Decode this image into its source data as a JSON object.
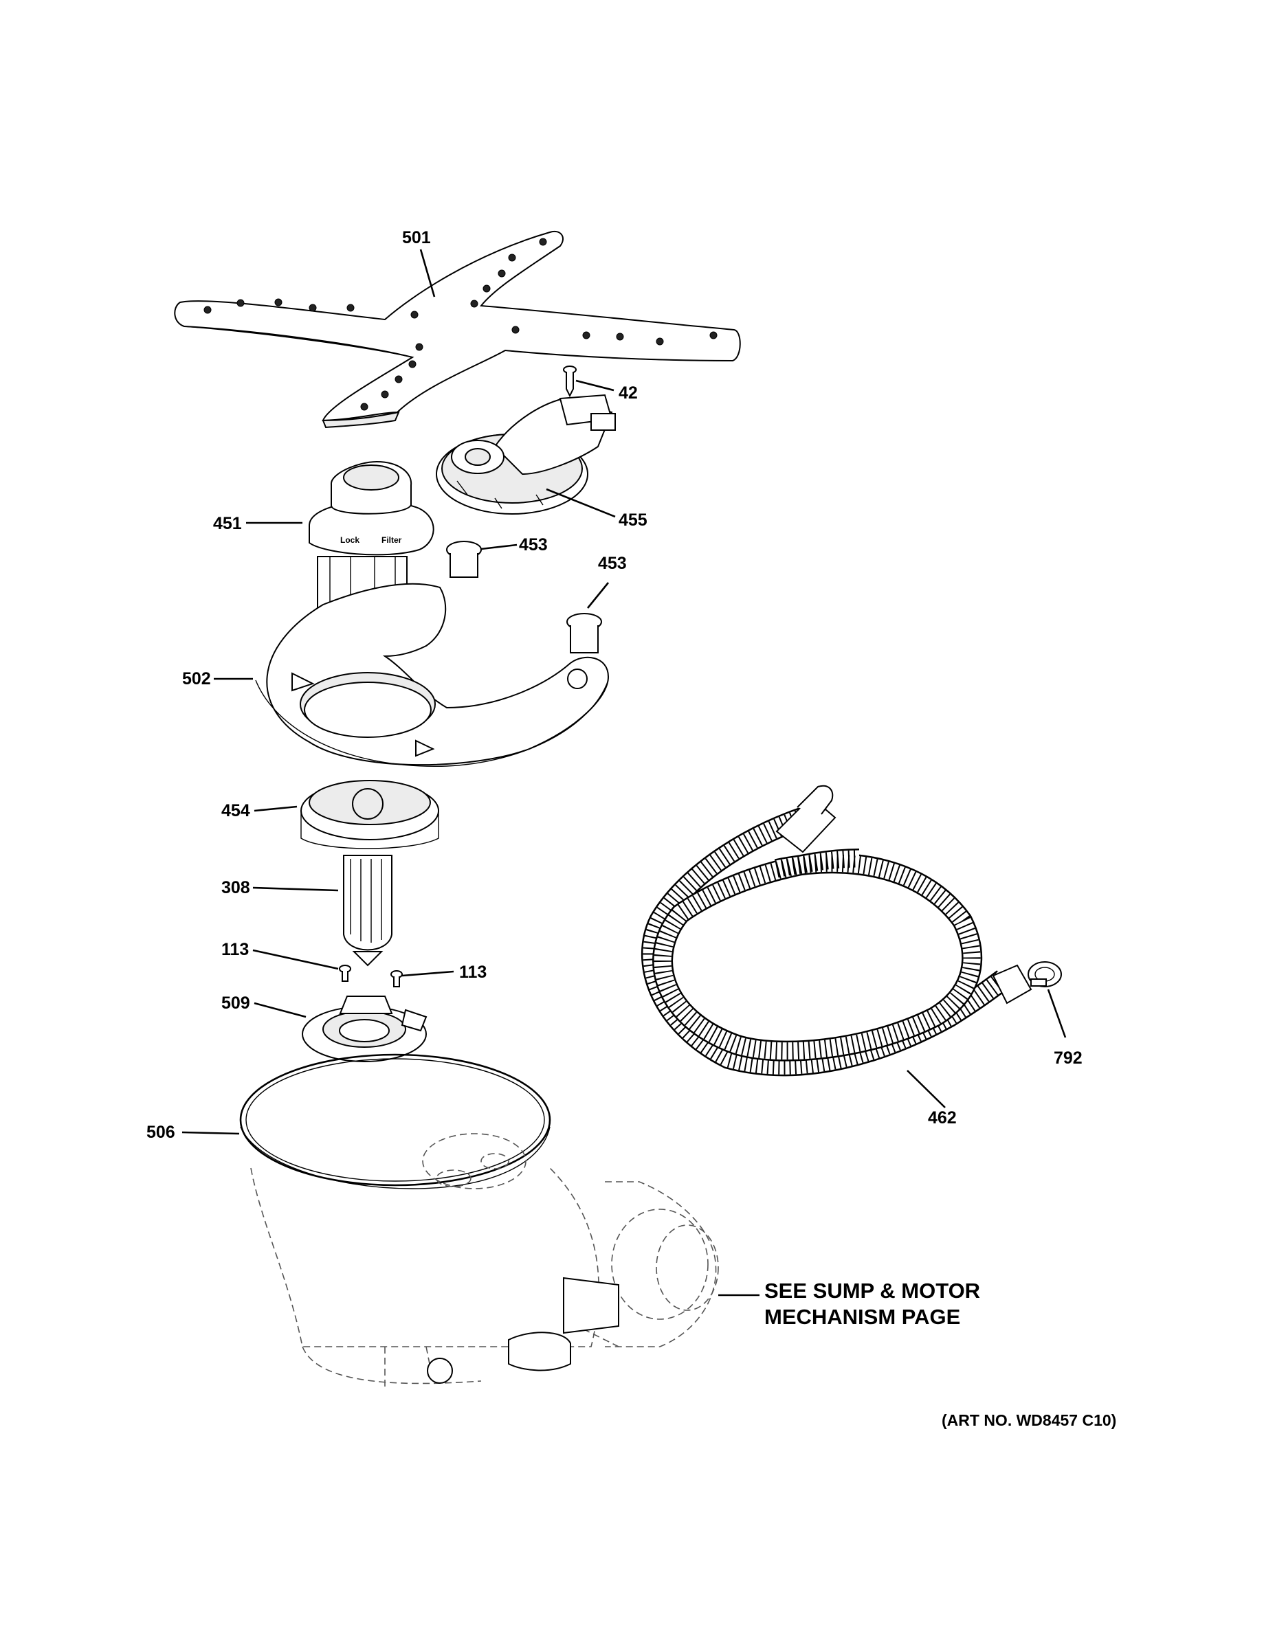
{
  "callouts": [
    {
      "id": "501",
      "text": "501"
    },
    {
      "id": "42",
      "text": "42"
    },
    {
      "id": "455",
      "text": "455"
    },
    {
      "id": "451",
      "text": "451"
    },
    {
      "id": "453a",
      "text": "453"
    },
    {
      "id": "453b",
      "text": "453"
    },
    {
      "id": "502",
      "text": "502"
    },
    {
      "id": "454",
      "text": "454"
    },
    {
      "id": "308",
      "text": "308"
    },
    {
      "id": "113a",
      "text": "113"
    },
    {
      "id": "113b",
      "text": "113"
    },
    {
      "id": "509",
      "text": "509"
    },
    {
      "id": "506",
      "text": "506"
    },
    {
      "id": "792",
      "text": "792"
    },
    {
      "id": "462",
      "text": "462"
    }
  ],
  "note": {
    "line1": "SEE SUMP & MOTOR",
    "line2": "MECHANISM PAGE"
  },
  "art_number": "(ART NO. WD8457 C10)",
  "filter_labels": {
    "lock": "Lock",
    "filter": "Filter"
  }
}
